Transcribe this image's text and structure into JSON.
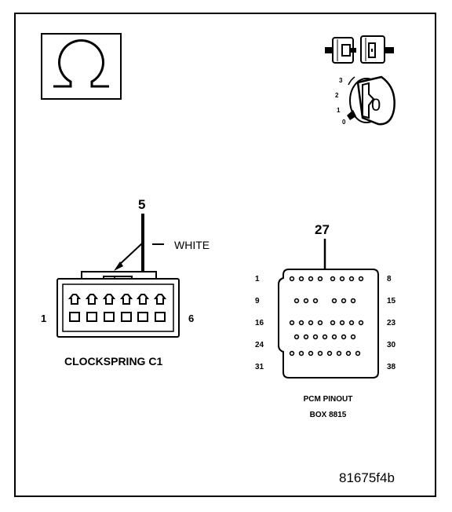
{
  "symbols": {
    "ohmmeter_icon": "ohm-symbol",
    "connector_disconnect_icon": "connector-disconnected-icon",
    "ignition_key_icon": "ignition-key-off-icon"
  },
  "ignition": {
    "positions": [
      "3",
      "2",
      "1",
      "0"
    ],
    "key_label": "0"
  },
  "clockspring": {
    "pin_callout": "5",
    "wire_color": "WHITE",
    "left_pin": "1",
    "right_pin": "6",
    "title": "CLOCKSPRING C1"
  },
  "pcm": {
    "pin_callout": "27",
    "row_left_labels": [
      "1",
      "9",
      "16",
      "24",
      "31"
    ],
    "row_right_labels": [
      "8",
      "15",
      "23",
      "30",
      "38"
    ],
    "title_line1": "PCM PINOUT",
    "title_line2": "BOX 8815"
  },
  "figure_id": "81675f4b"
}
